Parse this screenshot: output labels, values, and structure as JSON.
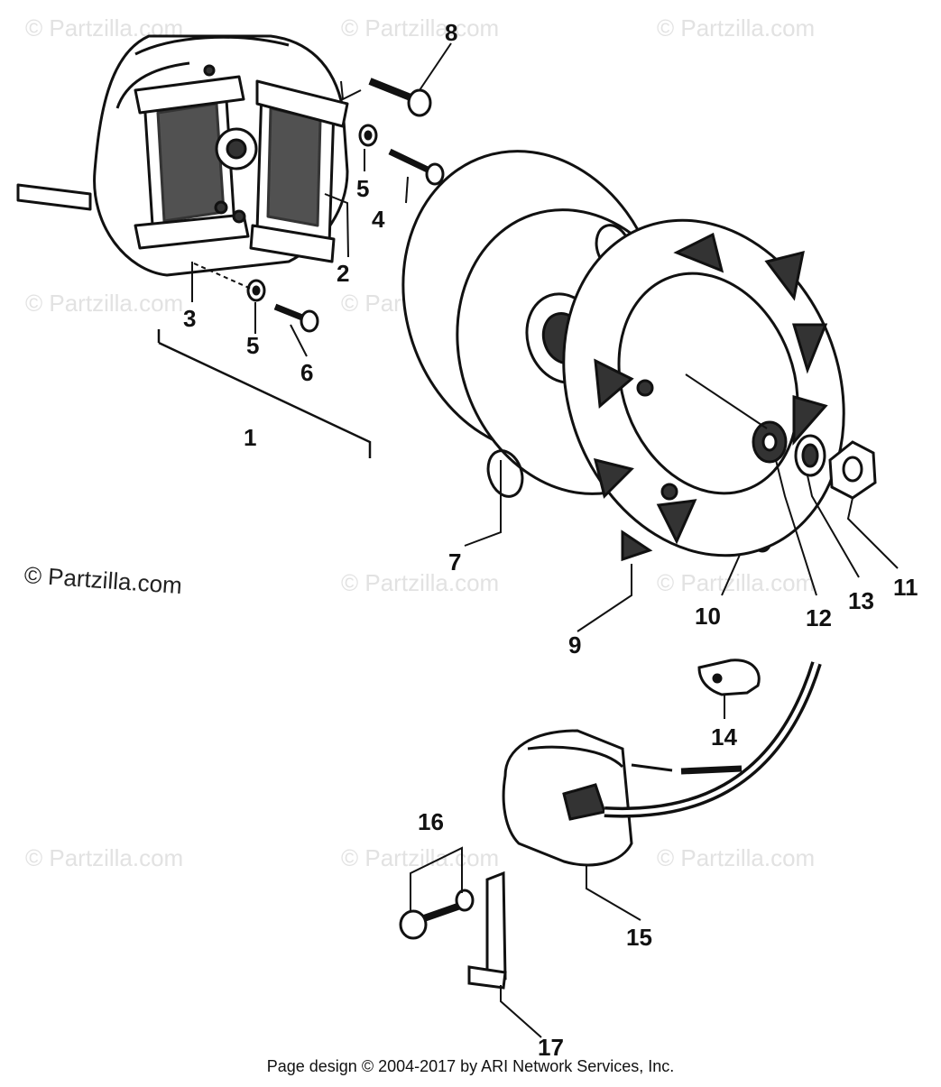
{
  "watermark": "© Partzilla.com",
  "copyright_notice": "© Partzilla.com",
  "footer_credit": "Page design © 2004-2017 by ARI Network Services, Inc.",
  "callouts": {
    "c1": "1",
    "c2": "2",
    "c3": "3",
    "c4": "4",
    "c5a": "5",
    "c5b": "5",
    "c6": "6",
    "c7": "7",
    "c8": "8",
    "c9": "9",
    "c10": "10",
    "c11": "11",
    "c12": "12",
    "c13": "13",
    "c14": "14",
    "c15": "15",
    "c16": "16",
    "c17": "17"
  }
}
